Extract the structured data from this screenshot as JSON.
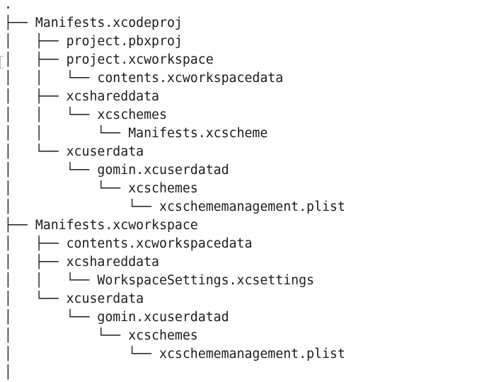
{
  "tree": {
    "lines": [
      {
        "prefix": "",
        "name": "."
      },
      {
        "prefix": "├── ",
        "name": "Manifests.xcodeproj"
      },
      {
        "prefix": "│   ├── ",
        "name": "project.pbxproj"
      },
      {
        "prefix": "│   ├── ",
        "name": "project.xcworkspace"
      },
      {
        "prefix": "│   │   └── ",
        "name": "contents.xcworkspacedata"
      },
      {
        "prefix": "│   ├── ",
        "name": "xcshareddata"
      },
      {
        "prefix": "│   │   └── ",
        "name": "xcschemes"
      },
      {
        "prefix": "│   │       └── ",
        "name": "Manifests.xcscheme"
      },
      {
        "prefix": "│   └── ",
        "name": "xcuserdata"
      },
      {
        "prefix": "│       └── ",
        "name": "gomin.xcuserdatad"
      },
      {
        "prefix": "│           └── ",
        "name": "xcschemes"
      },
      {
        "prefix": "│               └── ",
        "name": "xcschememanagement.plist"
      },
      {
        "prefix": "├── ",
        "name": "Manifests.xcworkspace"
      },
      {
        "prefix": "│   ├── ",
        "name": "contents.xcworkspacedata"
      },
      {
        "prefix": "│   ├── ",
        "name": "xcshareddata"
      },
      {
        "prefix": "│   │   └── ",
        "name": "WorkspaceSettings.xcsettings"
      },
      {
        "prefix": "│   └── ",
        "name": "xcuserdata"
      },
      {
        "prefix": "│       └── ",
        "name": "gomin.xcuserdatad"
      },
      {
        "prefix": "│           └── ",
        "name": "xcschemes"
      },
      {
        "prefix": "│               └── ",
        "name": "xcschememanagement.plist"
      },
      {
        "prefix": "│",
        "name": ""
      }
    ]
  }
}
